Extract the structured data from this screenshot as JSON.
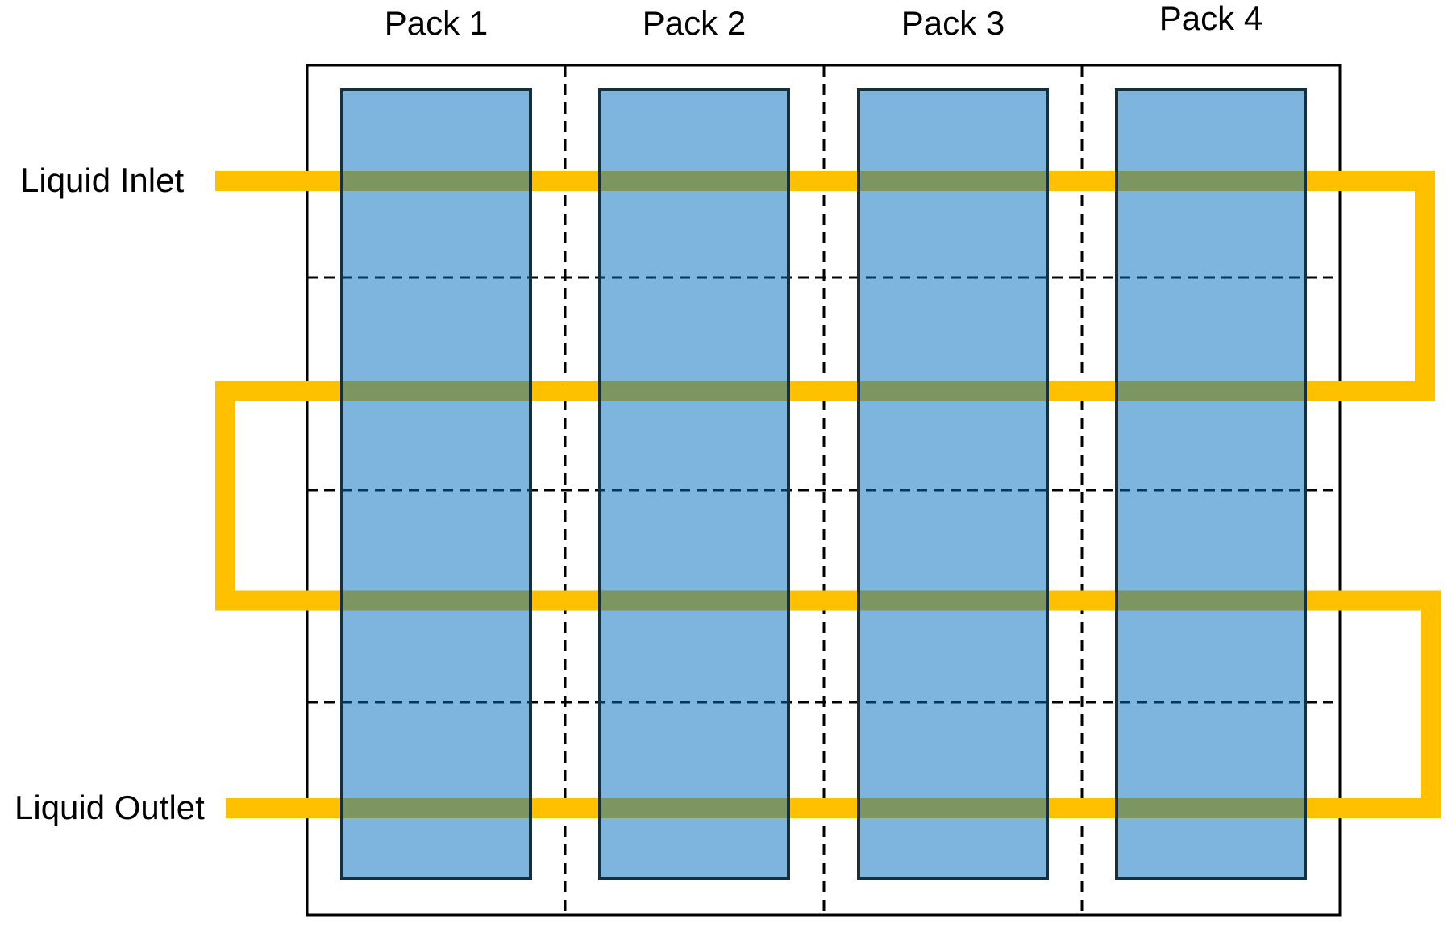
{
  "diagram": {
    "inlet_label": "Liquid Inlet",
    "outlet_label": "Liquid Outlet",
    "packs": [
      {
        "label": "Pack 1"
      },
      {
        "label": "Pack 2"
      },
      {
        "label": "Pack 3"
      },
      {
        "label": "Pack 4"
      }
    ],
    "colors": {
      "pipe": "#FFC000",
      "pack_fill": "rgba(0,110,190,0.51)",
      "pack_fill_effective": "#7DB5DE",
      "pipe_overlap_effective": "#7D9660",
      "pack_border": "#12303F",
      "line": "#000000",
      "text": "#000000"
    }
  }
}
